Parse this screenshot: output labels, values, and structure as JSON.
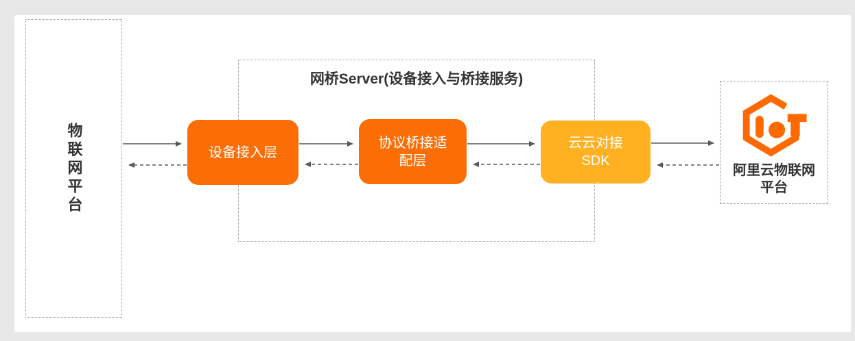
{
  "diagram": {
    "left_node": {
      "label": "物联网平台"
    },
    "bridge_container": {
      "title": "网桥Server(设备接入与桥接服务)"
    },
    "nodes": [
      {
        "id": "device-access-layer",
        "lines": [
          "设备接入层"
        ]
      },
      {
        "id": "protocol-bridge-adapter-layer",
        "lines": [
          "协议桥接适",
          "配层"
        ]
      },
      {
        "id": "cloud-cloud-sdk",
        "lines": [
          "云云对接",
          "SDK"
        ]
      }
    ],
    "right_node": {
      "logo": "aliyun-iot-logo",
      "lines": [
        "阿里云物联网",
        "平台"
      ]
    },
    "flows": [
      "iot-platform → device-access-layer (solid)",
      "device-access-layer → iot-platform (dashed)",
      "device-access-layer → protocol-bridge-adapter-layer (solid)",
      "protocol-bridge-adapter-layer → device-access-layer (dashed)",
      "protocol-bridge-adapter-layer → cloud-cloud-sdk (solid)",
      "cloud-cloud-sdk → protocol-bridge-adapter-layer (dashed)",
      "cloud-cloud-sdk → aliyun-iot-platform (solid)",
      "aliyun-iot-platform → cloud-cloud-sdk (dashed)"
    ]
  },
  "colors": {
    "orange": "#FB6D05",
    "yellow": "#FFB121",
    "logo_orange": "#FF6A00",
    "arrow": "#595959",
    "border": "#999999",
    "text": "#333333",
    "box_text": "#FFFFFF",
    "background": "#E8E8E8",
    "panel": "#FFFFFF"
  }
}
